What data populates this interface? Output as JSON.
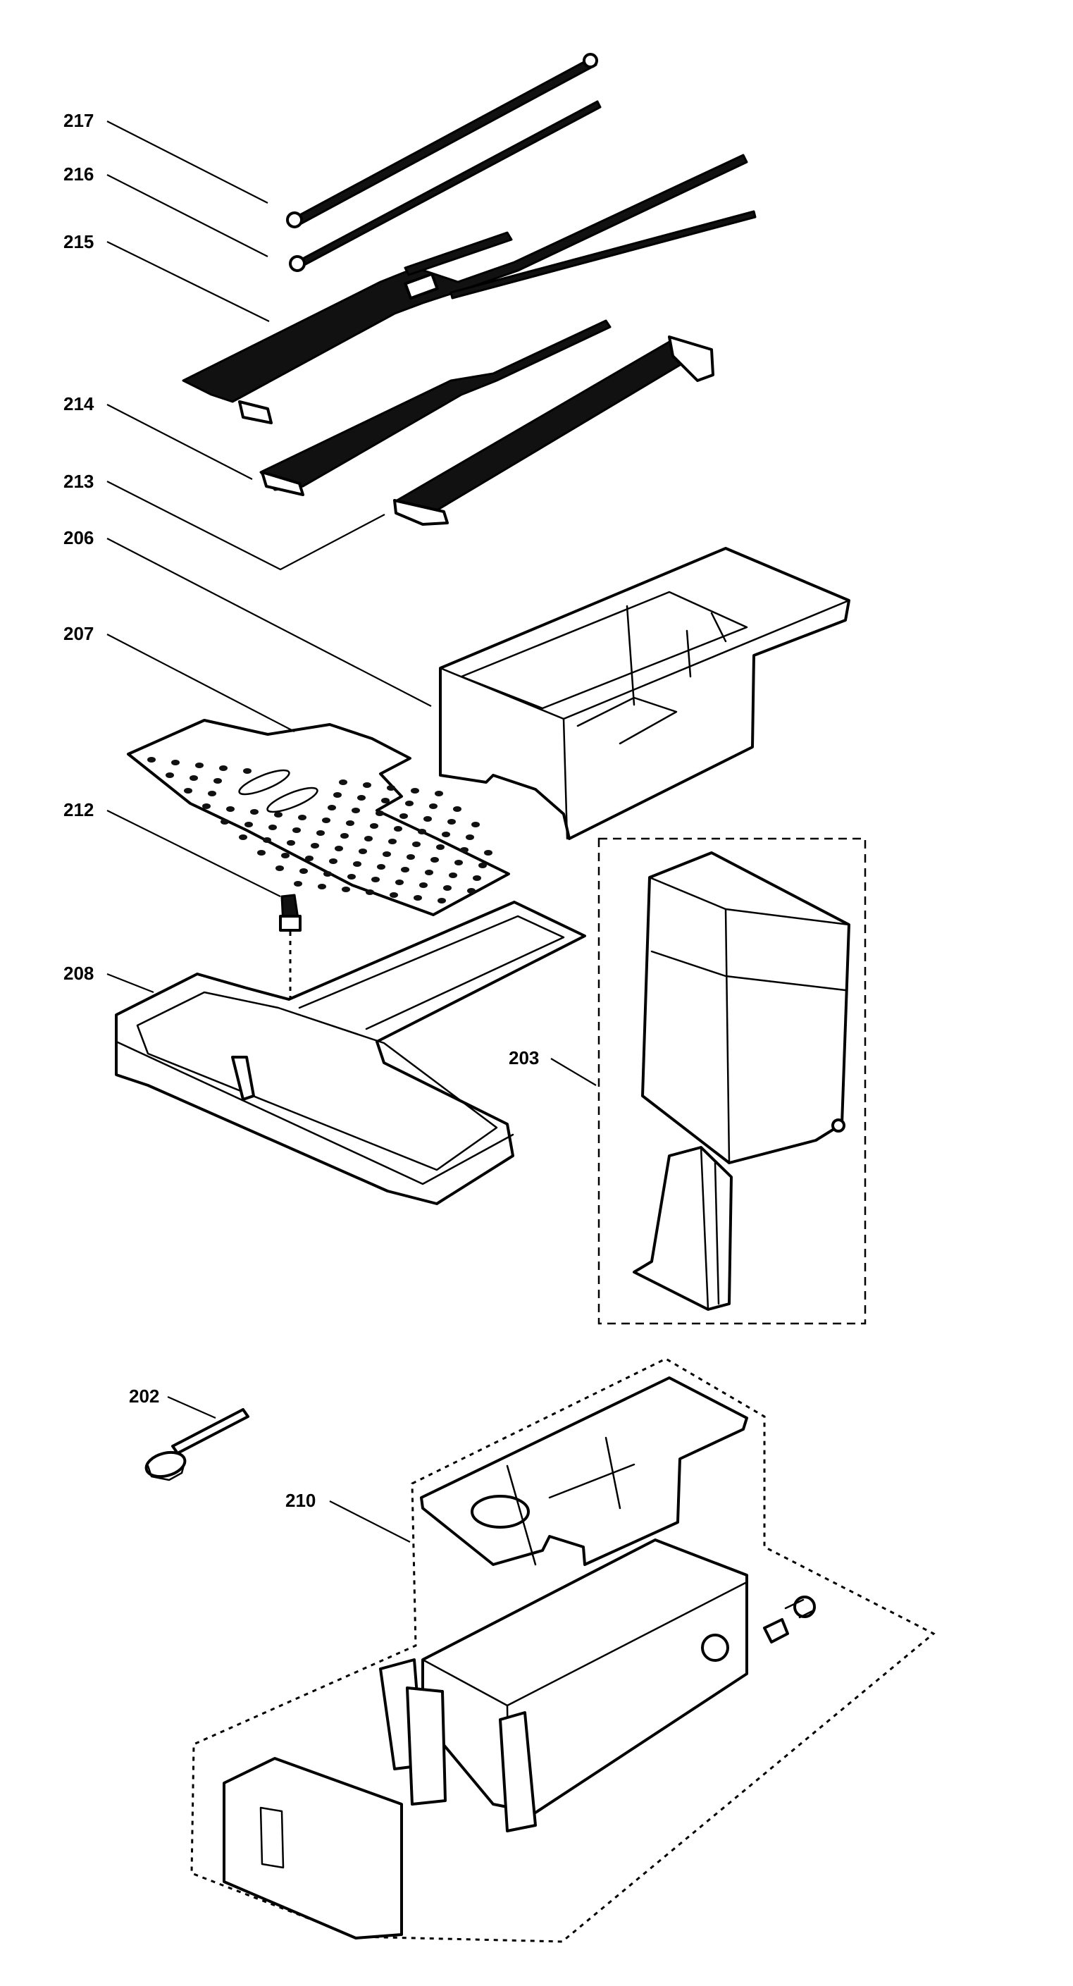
{
  "labels": {
    "l217": "217",
    "l216": "216",
    "l215": "215",
    "l214": "214",
    "l213": "213",
    "l206": "206",
    "l207": "207",
    "l212": "212",
    "l208": "208",
    "l203": "203",
    "l202": "202",
    "l210": "210"
  }
}
